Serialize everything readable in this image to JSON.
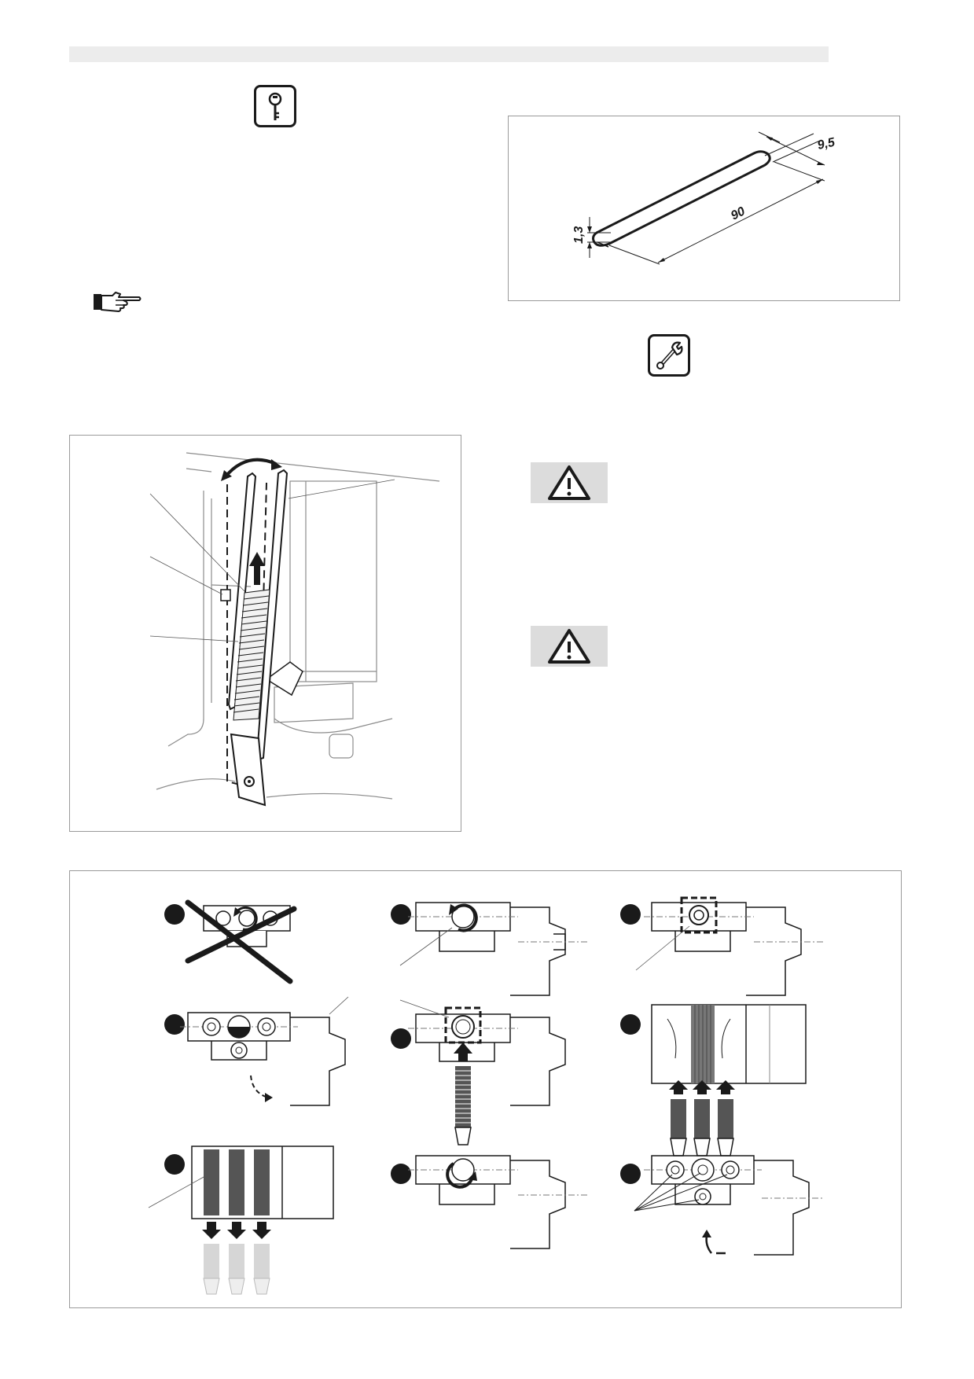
{
  "page": {
    "icons": {
      "maintenance_key": "key-icon",
      "note_hand": "pointing-hand-icon",
      "service_wrench": "wrench-icon",
      "warning_1": "warning-triangle-icon",
      "warning_2": "warning-triangle-icon"
    }
  },
  "strip_drawing": {
    "dimensions": {
      "width": "9,5",
      "length": "90",
      "thickness": "1,3"
    }
  },
  "step_sequence": {
    "steps": [
      {
        "panel": "crossed-out-rotation",
        "icon": "do-not-icon"
      },
      {
        "panel": "rotate-counterclockwise",
        "icon": "rotate-ccw-icon"
      },
      {
        "panel": "center-bore-highlight",
        "icon": "bore-highlight-icon"
      },
      {
        "panel": "three-bores-swing-out",
        "icon": "swing-arrow-icon"
      },
      {
        "panel": "insert-single-filter",
        "icon": "insert-arrow-icon"
      },
      {
        "panel": "insert-three-filters",
        "icon": "insert-arrows-icon"
      },
      {
        "panel": "remove-three-filters",
        "icon": "remove-arrows-icon"
      },
      {
        "panel": "rotate-clockwise",
        "icon": "rotate-cw-icon"
      },
      {
        "panel": "three-bores-swing-back",
        "icon": "swing-back-arrow-icon"
      }
    ]
  }
}
